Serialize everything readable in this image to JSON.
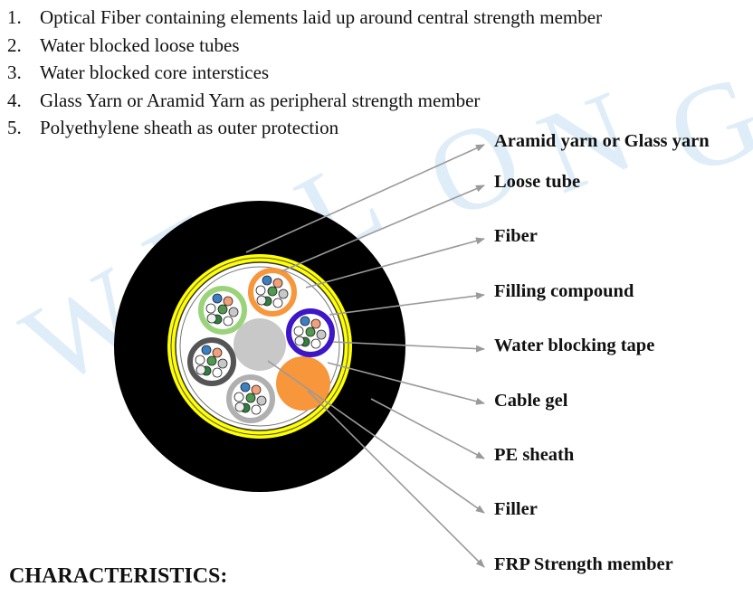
{
  "features": [
    {
      "num": "1.",
      "text": "Optical Fiber containing elements laid up around central strength member"
    },
    {
      "num": "2.",
      "text": "Water blocked loose tubes"
    },
    {
      "num": "3.",
      "text": "Water blocked core interstices"
    },
    {
      "num": "4.",
      "text": "Glass Yarn or Aramid Yarn as peripheral strength member"
    },
    {
      "num": "5.",
      "text": "Polyethylene sheath as outer protection"
    }
  ],
  "callouts": [
    "Aramid yarn or Glass yarn",
    "Loose tube",
    "Fiber",
    "Filling compound",
    "Water blocking tape",
    "Cable gel",
    "PE sheath",
    "Filler",
    "FRP Strength member"
  ],
  "watermark_text": "WELONG",
  "section_heading": "CHARACTERISTICS:",
  "colors": {
    "sheath": "#000000",
    "yarn": "#ffff00",
    "filler": "#c8c8c8",
    "frp": "#f7963b",
    "tube_green": "#9bd37b",
    "tube_orange": "#f7963b",
    "tube_purple": "#3d16c8",
    "tube_dark_gray": "#555555",
    "tube_light_gray": "#b0b0b0",
    "leader": "#9a9a9a",
    "watermark": "#d6e8f6"
  }
}
